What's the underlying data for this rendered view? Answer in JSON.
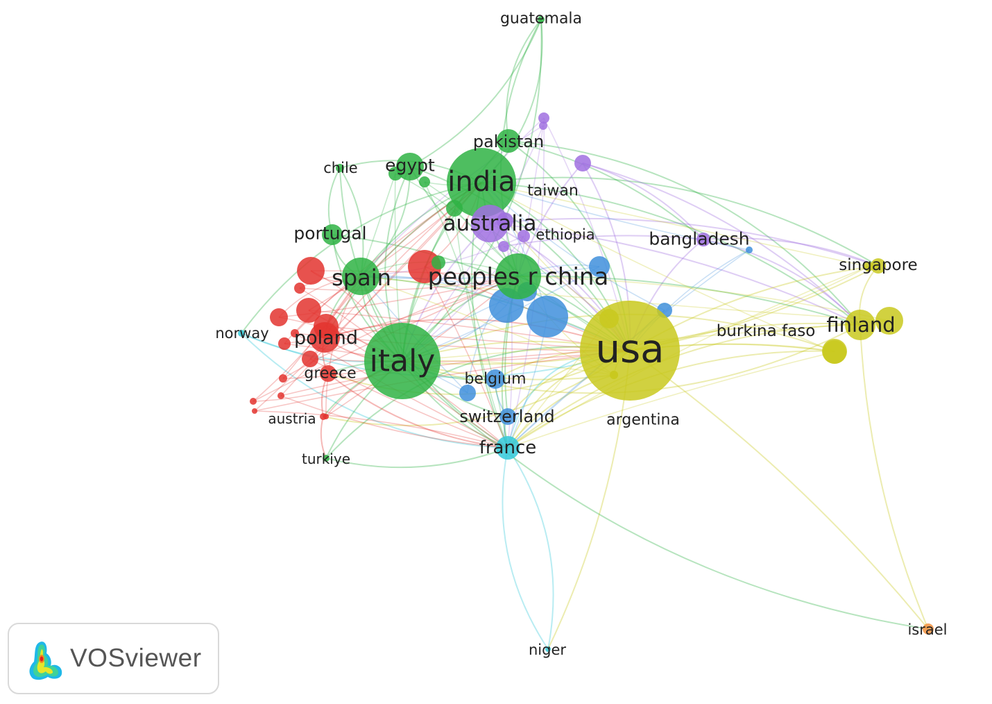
{
  "brand": {
    "name": "VOSviewer"
  },
  "clusters": {
    "red": "#e3342f",
    "green": "#2fb344",
    "blue": "#3f8fdc",
    "yellow": "#c9c91e",
    "purple": "#a070e0",
    "cyan": "#33c9d9",
    "orange": "#f2913d"
  },
  "nodes": [
    {
      "id": "guatemala",
      "label": "guatemala",
      "cluster": "green"
    },
    {
      "id": "pakistan",
      "label": "pakistan",
      "cluster": "green"
    },
    {
      "id": "chile",
      "label": "chile",
      "cluster": "green"
    },
    {
      "id": "egypt",
      "label": "egypt",
      "cluster": "green"
    },
    {
      "id": "india",
      "label": "india",
      "cluster": "green"
    },
    {
      "id": "taiwan",
      "label": "taiwan",
      "cluster": "purple"
    },
    {
      "id": "australia",
      "label": "australia",
      "cluster": "purple"
    },
    {
      "id": "ethiopia",
      "label": "ethiopia",
      "cluster": "purple"
    },
    {
      "id": "portugal",
      "label": "portugal",
      "cluster": "green"
    },
    {
      "id": "bangladesh",
      "label": "bangladesh",
      "cluster": "purple"
    },
    {
      "id": "singapore",
      "label": "singapore",
      "cluster": "yellow"
    },
    {
      "id": "spain",
      "label": "spain",
      "cluster": "green"
    },
    {
      "id": "peoples-r-china",
      "label": "peoples r china",
      "cluster": "green"
    },
    {
      "id": "norway",
      "label": "norway",
      "cluster": "cyan"
    },
    {
      "id": "poland",
      "label": "poland",
      "cluster": "red"
    },
    {
      "id": "burkina-faso",
      "label": "burkina faso",
      "cluster": "yellow"
    },
    {
      "id": "finland",
      "label": "finland",
      "cluster": "yellow"
    },
    {
      "id": "usa",
      "label": "usa",
      "cluster": "yellow"
    },
    {
      "id": "italy",
      "label": "italy",
      "cluster": "green"
    },
    {
      "id": "greece",
      "label": "greece",
      "cluster": "red"
    },
    {
      "id": "belgium",
      "label": "belgium",
      "cluster": "blue"
    },
    {
      "id": "switzerland",
      "label": "switzerland",
      "cluster": "blue"
    },
    {
      "id": "argentina",
      "label": "argentina",
      "cluster": "yellow"
    },
    {
      "id": "austria",
      "label": "austria",
      "cluster": "red"
    },
    {
      "id": "france",
      "label": "france",
      "cluster": "cyan"
    },
    {
      "id": "turkiye",
      "label": "turkiye",
      "cluster": "green"
    },
    {
      "id": "niger",
      "label": "niger",
      "cluster": "cyan"
    },
    {
      "id": "israel",
      "label": "israel",
      "cluster": "orange"
    }
  ]
}
